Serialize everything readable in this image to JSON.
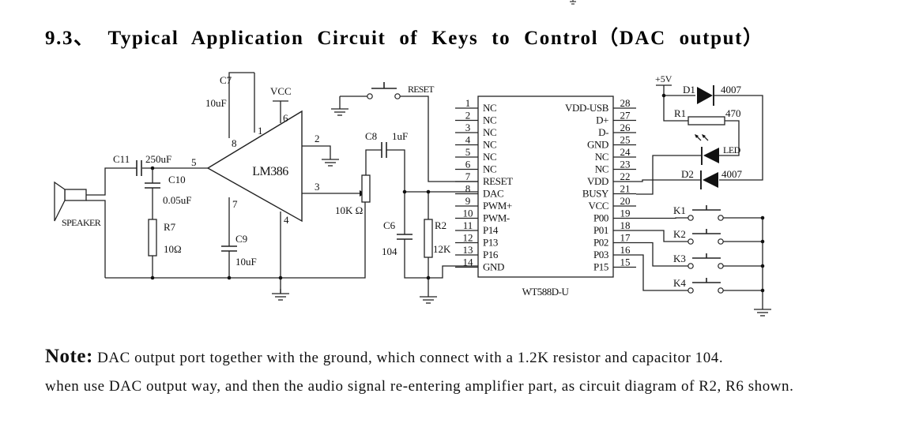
{
  "heading": "9.3、 Typical Application Circuit of Keys to Control（DAC output）",
  "note": {
    "label": "Note:",
    "line1": " DAC output port together with the ground, which connect with a 1.2K resistor and capacitor 104.",
    "line2": "when use DAC output way, and then the audio signal re-entering amplifier part, as circuit diagram of R2, R6 shown."
  },
  "diagram": {
    "c7": "C7",
    "c7_val": "10uF",
    "vcc": "VCC",
    "amp": "LM386",
    "amp_pins": [
      "1",
      "6",
      "8",
      "2",
      "5",
      "3",
      "7",
      "4"
    ],
    "c11": "C11",
    "c11_val": "250uF",
    "c10": "C10",
    "c10_val": "0.05uF",
    "r7": "R7",
    "r7_val": "10Ω",
    "c9": "C9",
    "c9_val": "10uF",
    "speaker": "SPEAKER",
    "reset_sw": "RESET",
    "c8": "C8",
    "c8_val": "1uF",
    "pot": "10K Ω",
    "c6": "C6",
    "c6_val": "104",
    "r2": "R2",
    "r2_val": "12K",
    "chip_name": "WT588D-U",
    "left_pins": [
      {
        "num": "1",
        "label": "NC"
      },
      {
        "num": "2",
        "label": "NC"
      },
      {
        "num": "3",
        "label": "NC"
      },
      {
        "num": "4",
        "label": "NC"
      },
      {
        "num": "5",
        "label": "NC"
      },
      {
        "num": "6",
        "label": "NC"
      },
      {
        "num": "7",
        "label": "RESET"
      },
      {
        "num": "8",
        "label": "DAC"
      },
      {
        "num": "9",
        "label": "PWM+"
      },
      {
        "num": "10",
        "label": "PWM-"
      },
      {
        "num": "11",
        "label": "P14"
      },
      {
        "num": "12",
        "label": "P13"
      },
      {
        "num": "13",
        "label": "P16"
      },
      {
        "num": "14",
        "label": "GND"
      }
    ],
    "right_pins": [
      {
        "num": "28",
        "label": "VDD-USB"
      },
      {
        "num": "27",
        "label": "D+"
      },
      {
        "num": "26",
        "label": "D-"
      },
      {
        "num": "25",
        "label": "GND"
      },
      {
        "num": "24",
        "label": "NC"
      },
      {
        "num": "23",
        "label": "NC"
      },
      {
        "num": "22",
        "label": "VDD"
      },
      {
        "num": "21",
        "label": "BUSY"
      },
      {
        "num": "20",
        "label": "VCC"
      },
      {
        "num": "19",
        "label": "P00"
      },
      {
        "num": "18",
        "label": "P01"
      },
      {
        "num": "17",
        "label": "P02"
      },
      {
        "num": "16",
        "label": "P03"
      },
      {
        "num": "15",
        "label": "P15"
      }
    ],
    "v5": "+5V",
    "d1": "D1",
    "d1_val": "4007",
    "r1": "R1",
    "r1_val": "470",
    "led": "LED",
    "d2": "D2",
    "d2_val": "4007",
    "keys": [
      "K1",
      "K2",
      "K3",
      "K4"
    ]
  }
}
